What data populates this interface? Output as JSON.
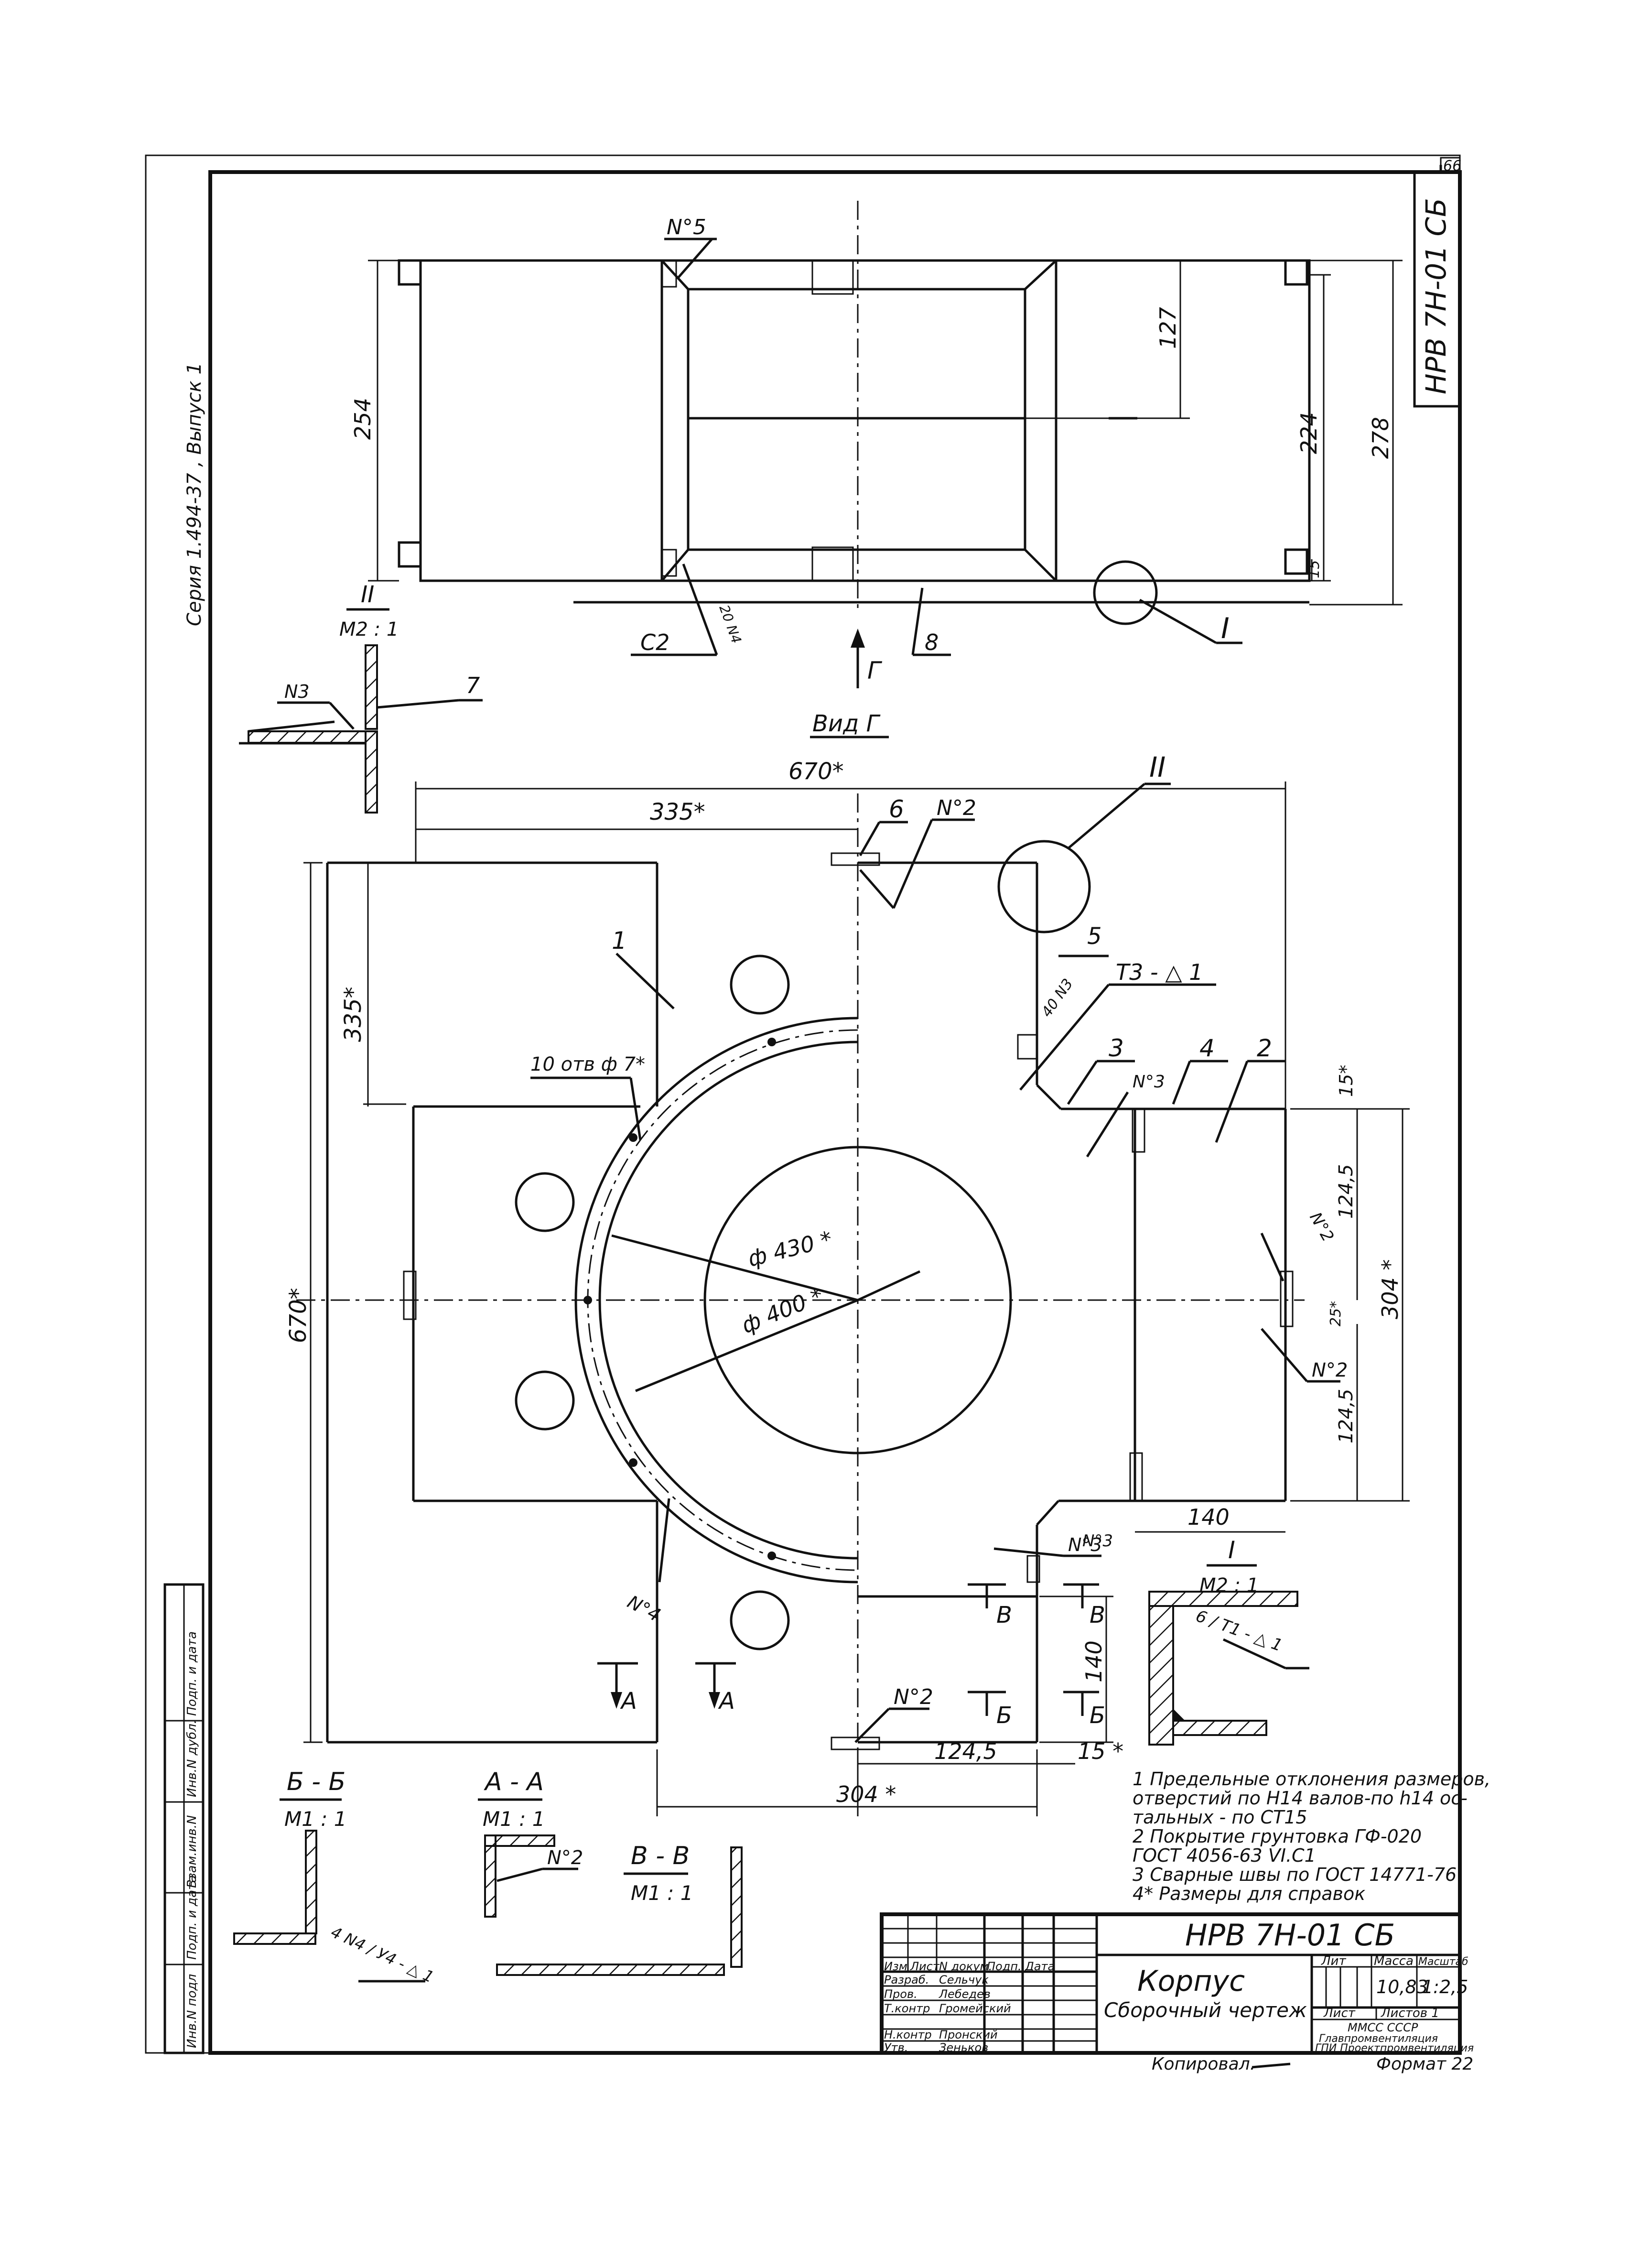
{
  "series_side": "Серия 1.494-37 ,  Выпуск 1",
  "corner_sheet_no": "66",
  "corner_code": "НРВ 7Н-01 СБ",
  "side_stamp": {
    "col1": "Инв.N подл",
    "col2": "Подп. и дата",
    "col3": "Взам.инв.N",
    "col4": "Инв.N дубл.",
    "col5": "Подп. и дата"
  },
  "top_view": {
    "dims": {
      "d254": "254",
      "d127": "127",
      "d224": "224",
      "d278": "278",
      "d15": "15"
    },
    "labels": {
      "n5": "N°5",
      "c2": "С2",
      "weld": "20 N4",
      "p8": "8",
      "arrow": "Г",
      "view": "Вид Г",
      "ref": "I"
    }
  },
  "detail_II": {
    "title": "II",
    "scale": "М2 : 1",
    "n3": "N3",
    "p7": "7"
  },
  "plan": {
    "dims": {
      "d670w": "670*",
      "d335w": "335*",
      "d335h": "335*",
      "d670h": "670*",
      "d15a": "15*",
      "d1245a": "124,5",
      "d25": "25*",
      "d1245b": "124,5",
      "d304v": "304 *",
      "d140h": "140",
      "d140v": "140",
      "d1245c": "124,5",
      "d15b": "15 *",
      "d304h": "304 *"
    },
    "labels": {
      "p1": "1",
      "p2": "2",
      "p3": "3",
      "p4": "4",
      "p5": "5",
      "p6": "6",
      "ref2": "II",
      "n2a": "N°2",
      "n2b": "N°2",
      "n2c": "N°2",
      "n2d": "N°2",
      "n3a": "N°3",
      "n3b": "N°3",
      "n3c": "N°3",
      "n4": "N°4",
      "holes": "10 отв ф 7*",
      "d430": "ф 430 *",
      "d400": "ф 400 *",
      "weld": "40 N3",
      "t3": "Т3 - △ 1",
      "secA1": "А",
      "secA2": "А",
      "secB1": "Б",
      "secB2": "Б",
      "secV1": "В",
      "secV2": "В"
    }
  },
  "detail_I": {
    "title": "I",
    "scale": "М2 : 1",
    "weld": "6 / Т1 - △ 1"
  },
  "sections": {
    "bb": {
      "title": "Б - Б",
      "scale": "М1 : 1",
      "weld": "4 N4 / У4 - △ 1"
    },
    "aa": {
      "title": "А - А",
      "scale": "М1 : 1",
      "n2": "N°2"
    },
    "vv": {
      "title": "В - В",
      "scale": "М1 : 1"
    }
  },
  "notes": [
    "1 Предельные отклонения размеров,",
    "  отверстий по Н14 валов-по h14 ос-",
    "  тальных - по СТ15",
    "2 Покрытие грунтовка ГФ-020",
    "  ГОСТ 4056-63 VI.С1",
    "3 Сварные швы по ГОСТ 14771-76",
    "4* Размеры для справок"
  ],
  "title_block": {
    "code": "НРВ 7Н-01 СБ",
    "name": "Корпус",
    "doc_type": "Сборочный чертеж",
    "header_cols": [
      "Изм",
      "Лист",
      "N докум.",
      "Подп.",
      "Дата"
    ],
    "roles": [
      "Разраб.",
      "Пров.",
      "Т.контр",
      "",
      "Н.контр",
      "Утв."
    ],
    "names": [
      "Сельчук",
      "Лебедев",
      "Громейский",
      "",
      "Пронский",
      "Зеньков"
    ],
    "lit_label": "Лит",
    "mass_label": "Масса",
    "scale_label": "Масштаб",
    "mass": "10,83",
    "scale": "1:2,5",
    "sheet_label": "Лист",
    "sheets_label": "Листов 1",
    "org1": "ММСС  СССР",
    "org2": "Главпромвентиляция",
    "org3": "ГПИ Проектпромвентиляция"
  },
  "footer": {
    "copied": "Копировал.",
    "format": "Формат 22"
  }
}
